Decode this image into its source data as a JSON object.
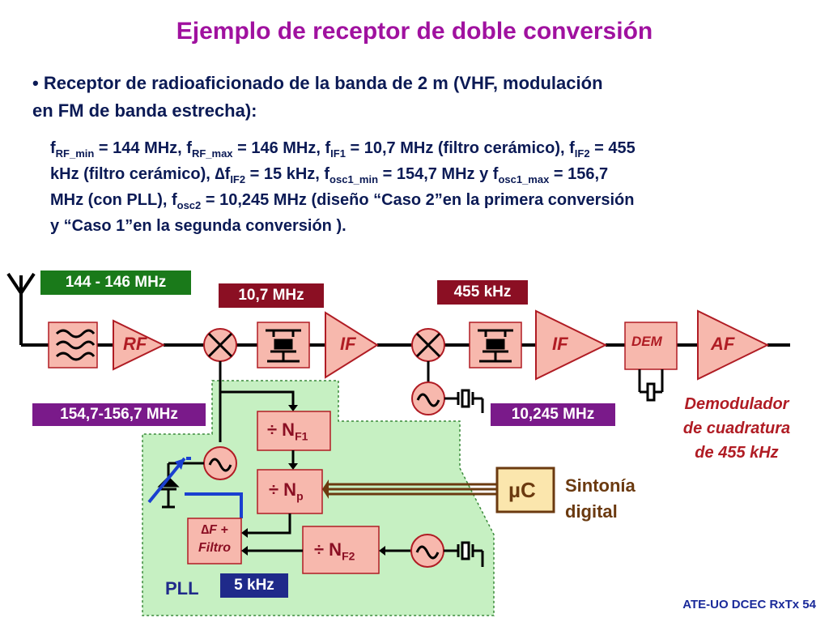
{
  "title": "Ejemplo de receptor de doble conversión",
  "bullet": {
    "symbol": "•",
    "line1": "Receptor de radioaficionado de la banda de 2 m (VHF, modulación",
    "line2": "en FM de banda estrecha):"
  },
  "params": {
    "line1": {
      "p1": "f",
      "s1": "RF_min",
      "p2": " = 144 MHz, f",
      "s2": "RF_max",
      "p3": " = 146 MHz, f",
      "s3": "IF1",
      "p4": " = 10,7 MHz (filtro cerámico), f",
      "s4": "IF2",
      "p5": " = 455"
    },
    "line2": {
      "p1": "kHz (filtro cerámico), ",
      "delta": "∆",
      "p2": "f",
      "s2": "IF2",
      "p3": " = 15 kHz, f",
      "s3": "osc1_min",
      "p4": " = 154,7 MHz y f",
      "s4": "osc1_max",
      "p5": " = 156,7"
    },
    "line3": {
      "p1": "MHz (con PLL), f",
      "s1": "osc2",
      "p2": " = 10,245 MHz (diseño “Caso 2”en la primera conversión"
    },
    "line4": "y “Caso 1”en la segunda conversión )."
  },
  "diagram": {
    "freq_rf": "144 - 146 MHz",
    "freq_if1": "10,7 MHz",
    "freq_if2": "455 kHz",
    "freq_osc1": "154,7-156,7 MHz",
    "freq_osc2": "10,245 MHz",
    "freq_ref": "5 kHz",
    "rf_amp": "RF",
    "if1_amp": "IF",
    "if2_amp": "IF",
    "dem": "DEM",
    "af_amp": "AF",
    "div_nf1": {
      "sym": "÷ N",
      "sub": "F1"
    },
    "div_np": {
      "sym": "÷ N",
      "sub": "p"
    },
    "div_nf2": {
      "sym": "÷ N",
      "sub": "F2"
    },
    "phase_det": {
      "line1": "∆F +",
      "line2": "Filtro"
    },
    "micro": "µC",
    "tuning": {
      "line1": "Sintonía",
      "line2": "digital"
    },
    "demod_note": {
      "line1": "Demodulador",
      "line2": "de cuadratura",
      "line3": "de 455 kHz"
    },
    "pll": "PLL"
  },
  "colors": {
    "title": "#a0119f",
    "body_text": "#0b1a55",
    "rf_green": "#1a7a1a",
    "dark_red": "#8b0f23",
    "purple": "#7a1a8a",
    "navy": "#1f2a8a",
    "block_pink": "#f7b8ad",
    "block_red": "#b01c24",
    "pll_bg": "#c6f0c2",
    "micro_brown": "#6b3a10"
  },
  "footer": "ATE-UO DCEC RxTx 54"
}
